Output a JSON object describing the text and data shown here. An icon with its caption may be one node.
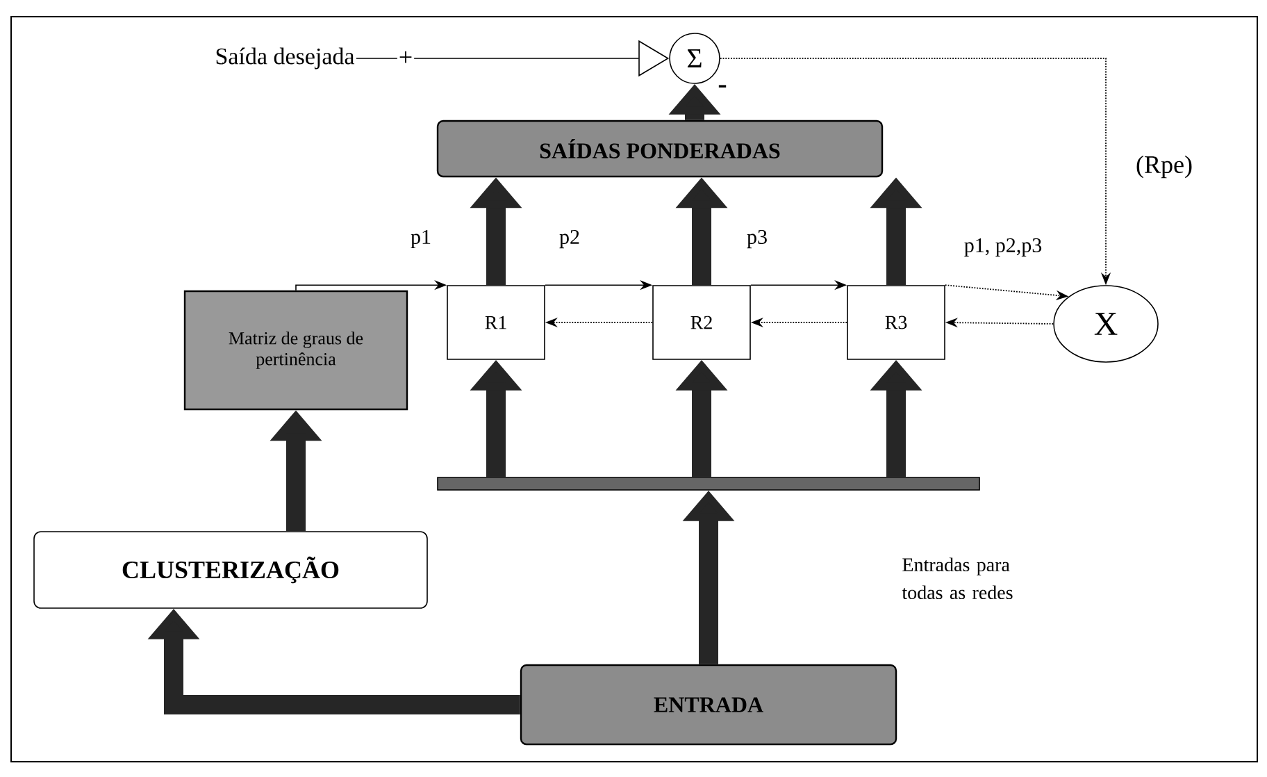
{
  "diagram": {
    "nodes": [
      {
        "text": [
          "Saída desejada"
        ]
      },
      {
        "text": [
          "Σ"
        ]
      },
      {
        "text": [
          "SAÍDAS PONDERADAS"
        ]
      },
      {
        "text": [
          "Matriz de graus de pertinência"
        ]
      },
      {
        "text": [
          "R1"
        ]
      },
      {
        "text": [
          "R2"
        ]
      },
      {
        "text": [
          "R3"
        ]
      },
      {
        "text": [
          "X"
        ]
      },
      {
        "text": [],
        "shape": "bar"
      },
      {
        "text": [
          "CLUSTERIZAÇÃO"
        ]
      },
      {
        "text": [
          "ENTRADA"
        ]
      }
    ],
    "edges": [
      {
        "from": 0,
        "to": 1,
        "arrow": "to",
        "label": "+"
      },
      {
        "from": 2,
        "to": 1,
        "arrow": "to"
      },
      {
        "from": 1,
        "to": 7,
        "arrow": "to",
        "style": "dashed",
        "label": "(Rpe)"
      },
      {
        "from": 3,
        "to": 4,
        "arrow": "to",
        "label": "p1"
      },
      {
        "from": 4,
        "to": 5,
        "arrow": "to",
        "label": "p2"
      },
      {
        "from": 5,
        "to": 6,
        "arrow": "to",
        "label": "p3"
      },
      {
        "from": 6,
        "to": 7,
        "arrow": "to",
        "style": "dashed",
        "label": "p1, p2,p3"
      },
      {
        "from": 7,
        "to": 6,
        "arrow": "to",
        "style": "dashed"
      },
      {
        "from": 6,
        "to": 5,
        "arrow": "to",
        "style": "dashed"
      },
      {
        "from": 5,
        "to": 4,
        "arrow": "to",
        "style": "dashed"
      },
      {
        "from": 4,
        "to": 2,
        "arrow": "to"
      },
      {
        "from": 5,
        "to": 2,
        "arrow": "to"
      },
      {
        "from": 6,
        "to": 2,
        "arrow": "to"
      },
      {
        "from": 8,
        "to": 4,
        "arrow": "to"
      },
      {
        "from": 8,
        "to": 5,
        "arrow": "to"
      },
      {
        "from": 8,
        "to": 6,
        "arrow": "to"
      },
      {
        "from": 10,
        "to": 8,
        "arrow": "to"
      },
      {
        "from": 10,
        "to": 9,
        "arrow": "to"
      },
      {
        "from": 9,
        "to": 3,
        "arrow": "to"
      }
    ],
    "labels": [
      "-",
      "Entradas para todas as redes"
    ]
  }
}
